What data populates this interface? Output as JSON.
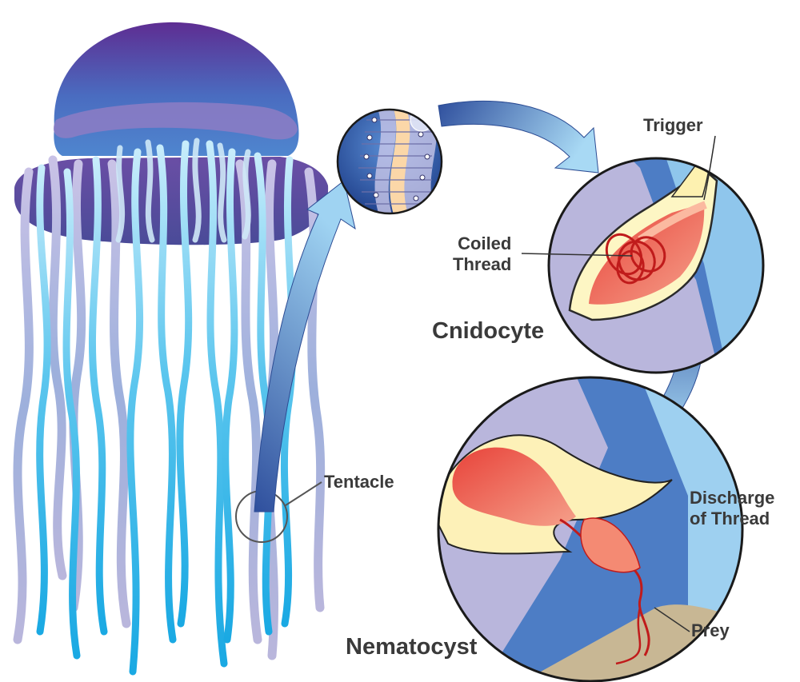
{
  "labels": {
    "trigger": "Trigger",
    "coiled_thread_line1": "Coiled",
    "coiled_thread_line2": "Thread",
    "cnidocyte": "Cnidocyte",
    "tentacle": "Tentacle",
    "discharge_line1": "Discharge",
    "discharge_line2": "of Thread",
    "prey": "Prey",
    "nematocyst": "Nematocyst"
  },
  "colors": {
    "bell_top": "#5f2f93",
    "bell_mid": "#4a78c8",
    "tentacle_light": "#b7b4d9",
    "tentacle_cyan": "#29b6e8",
    "arrow_blue": "#3d69b2",
    "cell_yellow": "#fdf6c4",
    "cell_red": "#e8433a",
    "label_gray": "#3a3a3a"
  }
}
